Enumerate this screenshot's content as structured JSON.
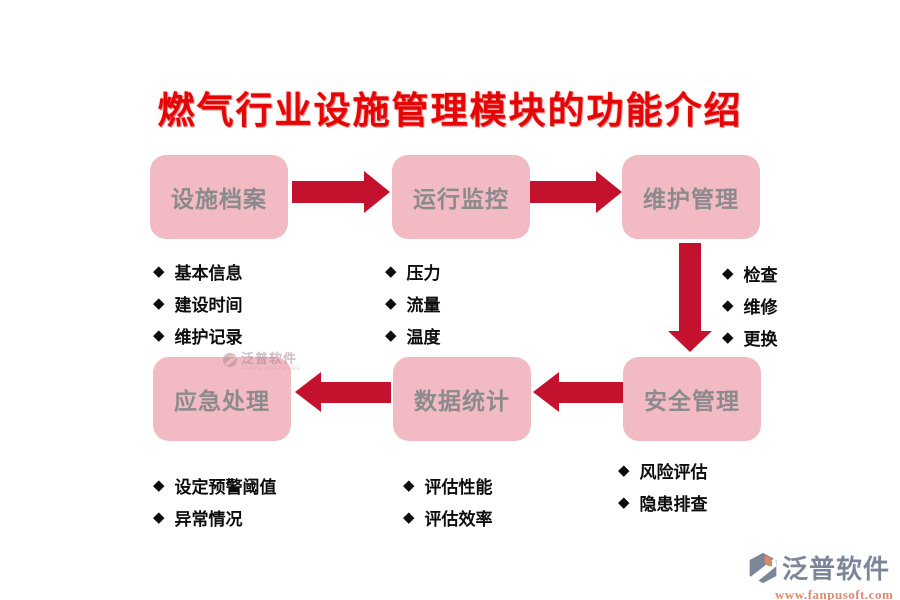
{
  "title": "燃气行业设施管理模块的功能介绍",
  "bullet_char": "◆",
  "nodes": [
    {
      "label": "设施档案"
    },
    {
      "label": "运行监控"
    },
    {
      "label": "维护管理"
    },
    {
      "label": "安全管理"
    },
    {
      "label": "数据统计"
    },
    {
      "label": "应急处理"
    }
  ],
  "bullet_groups": [
    {
      "owner": "设施档案",
      "items": [
        "基本信息",
        "建设时间",
        "维护记录"
      ]
    },
    {
      "owner": "运行监控",
      "items": [
        "压力",
        "流量",
        "温度"
      ]
    },
    {
      "owner": "维护管理",
      "items": [
        "检查",
        "维修",
        "更换"
      ]
    },
    {
      "owner": "安全管理",
      "items": [
        "风险评估",
        "隐患排查"
      ]
    },
    {
      "owner": "应急处理",
      "items": [
        "设定预警阈值",
        "异常情况"
      ]
    },
    {
      "owner": "数据统计",
      "items": [
        "评估性能",
        "评估效率"
      ]
    }
  ],
  "watermark": {
    "name": "泛普软件",
    "subtitle": "FANPU SOFTWARE"
  },
  "footer_logo": {
    "name": "泛普软件",
    "url": "www.fanpusoft.com"
  },
  "colors": {
    "title_red": "#e60505",
    "arrow_red": "#c4122e",
    "node_pink": "#f2bac3",
    "node_text_gray": "#8b8b8d",
    "bullet_black": "#0d0d0d",
    "brand_gray": "#7d8698",
    "brand_url_orange": "#dd8a72"
  }
}
